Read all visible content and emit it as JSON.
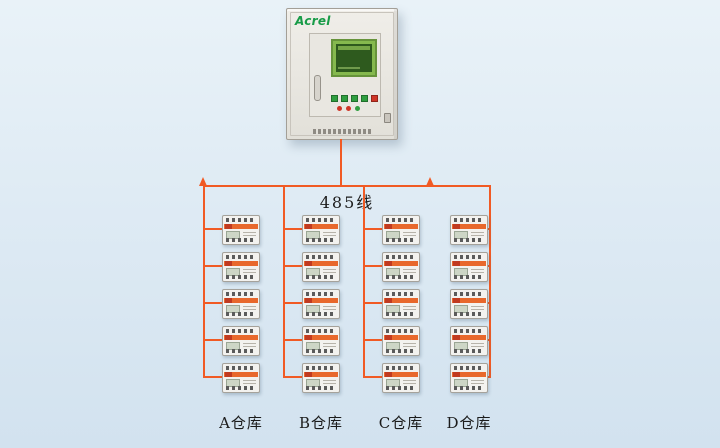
{
  "colors": {
    "wire": "#f15a24",
    "background_top": "#e9f2f8",
    "background_bottom": "#d2e2ef",
    "brand_green": "#179b47",
    "screen_green": "#85b94e",
    "device_band": "#e8682c"
  },
  "cabinet": {
    "brand": "Acrel",
    "buttons": [
      "#2f9e3f",
      "#2f9e3f",
      "#2f9e3f",
      "#2f9e3f",
      "#cf3527"
    ],
    "leds": [
      "#cf3527",
      "#cf3527",
      "#2f9e3f"
    ]
  },
  "bus": {
    "label": "485线"
  },
  "columns": [
    {
      "label": "A仓库",
      "device_count": 5
    },
    {
      "label": "B仓库",
      "device_count": 5
    },
    {
      "label": "C仓库",
      "device_count": 5
    },
    {
      "label": "D仓库",
      "device_count": 5
    }
  ]
}
